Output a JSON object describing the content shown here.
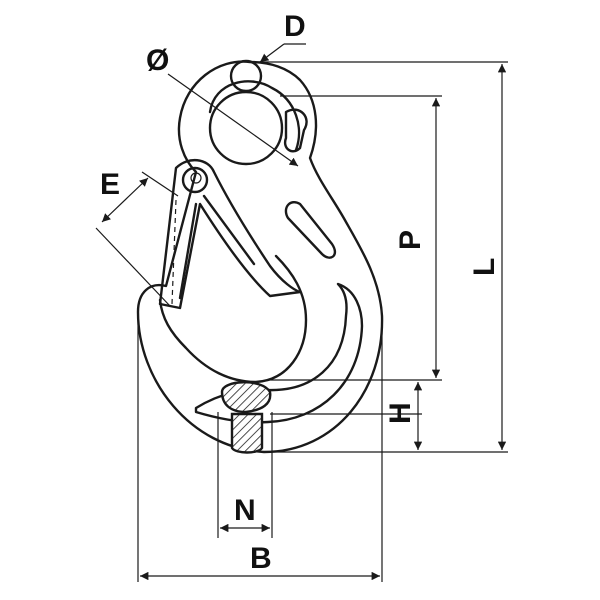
{
  "diagram": {
    "labels": {
      "D": "D",
      "diameter": "Ø",
      "E": "E",
      "P": "P",
      "L": "L",
      "H": "H",
      "N": "N",
      "B": "B"
    },
    "colors": {
      "stroke": "#1a1a1a",
      "background": "#ffffff",
      "text": "#111111"
    }
  }
}
